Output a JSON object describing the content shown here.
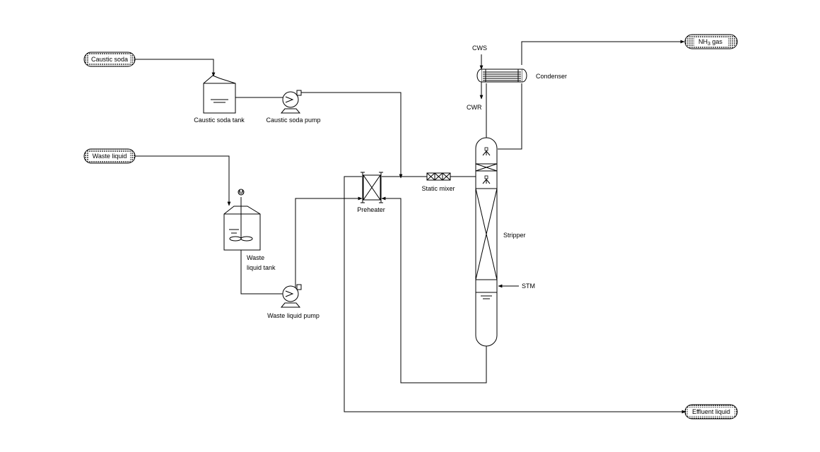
{
  "terminals": {
    "caustic_soda": "Caustic soda",
    "waste_liquid": "Waste liquid",
    "nh3_gas_main": "NH",
    "nh3_gas_sub": "3",
    "nh3_gas_suffix": " gas",
    "effluent_liquid": "Effluent liquid"
  },
  "equipment": {
    "caustic_soda_tank": "Caustic soda tank",
    "caustic_soda_pump": "Caustic soda pump",
    "waste_liquid_tank_line1": "Waste",
    "waste_liquid_tank_line2": "liquid tank",
    "waste_liquid_pump": "Waste liquid pump",
    "preheater": "Preheater",
    "static_mixer": "Static mixer",
    "stripper": "Stripper",
    "condenser": "Condenser",
    "motor_symbol": "M"
  },
  "utilities": {
    "cws": "CWS",
    "cwr": "CWR",
    "stm": "STM"
  },
  "colors": {
    "line": "#000000",
    "terminal_pattern": "#000000",
    "background": "#ffffff"
  }
}
